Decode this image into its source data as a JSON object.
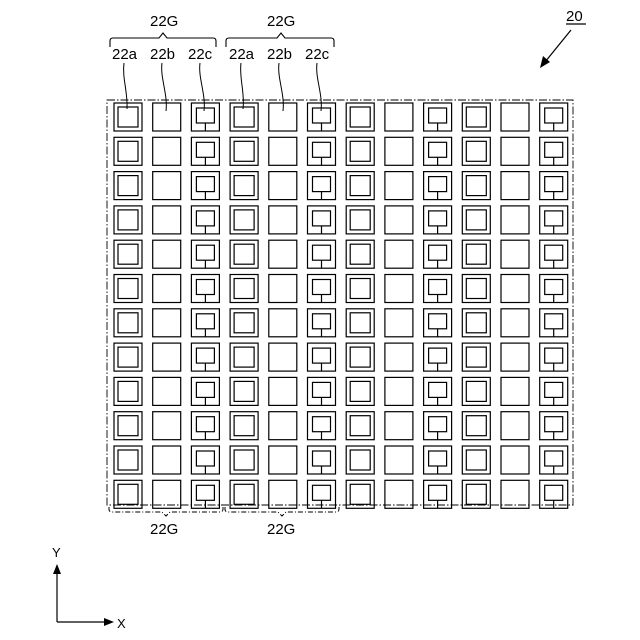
{
  "figure": {
    "ref_numeral": "20",
    "group_label": "22G",
    "pixel_labels": [
      "22a",
      "22b",
      "22c"
    ],
    "axes": {
      "x": "X",
      "y": "Y"
    },
    "grid": {
      "rows": 12,
      "columns": 12,
      "column_pattern": [
        "22a",
        "22b",
        "22c"
      ],
      "boundary": "dash-dot"
    },
    "pixel_types": {
      "22a": "double-square",
      "22b": "single-square",
      "22c": "square-with-inner-pad-and-tab"
    }
  }
}
